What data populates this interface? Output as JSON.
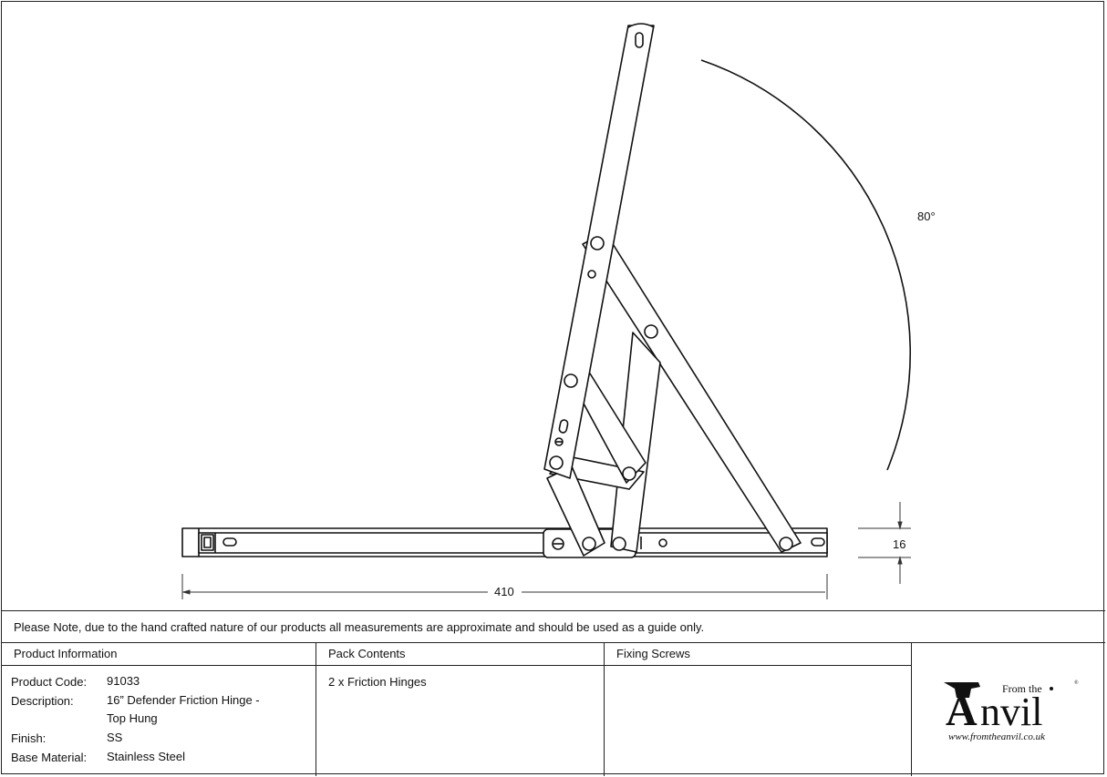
{
  "drawing": {
    "angle_label": "80°",
    "width_dimension": "410",
    "height_dimension": "16"
  },
  "note": "Please Note, due to the hand crafted nature of our products all measurements are approximate and should be used as a guide only.",
  "product_information": {
    "header": "Product Information",
    "rows": [
      {
        "label": "Product Code:",
        "value": "91033"
      },
      {
        "label": "Description:",
        "value": "16” Defender Friction Hinge - Top Hung"
      },
      {
        "label": "Finish:",
        "value": "SS"
      },
      {
        "label": "Base Material:",
        "value": "Stainless Steel"
      }
    ]
  },
  "pack_contents": {
    "header": "Pack Contents",
    "items": [
      "2 x Friction Hinges"
    ]
  },
  "fixing_screws": {
    "header": "Fixing Screws",
    "items": []
  },
  "logo": {
    "small_text": "From the",
    "big_letter": "A",
    "big_text": "nvil",
    "registered": "®",
    "url": "www.fromtheanvil.co.uk"
  }
}
